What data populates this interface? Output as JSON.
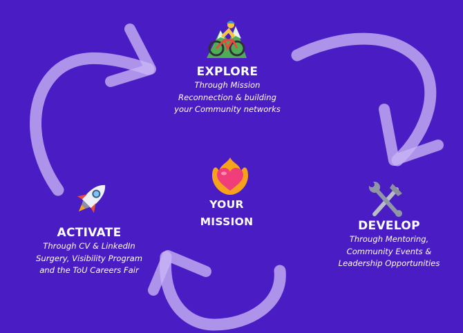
{
  "center": {
    "title_lines": [
      "YOUR",
      "MISSION"
    ]
  },
  "nodes": {
    "explore": {
      "title": "EXPLORE",
      "desc_lines": [
        "Through Mission",
        "Reconnection & building",
        "your Community networks"
      ],
      "icon": "mountain-biker-icon"
    },
    "develop": {
      "title": "DEVELOP",
      "desc_lines": [
        "Through Mentoring,",
        "Community Events &",
        "Leadership Opportunities"
      ],
      "icon": "hammer-and-wrench-icon"
    },
    "activate": {
      "title": "ACTIVATE",
      "desc_lines": [
        "Through CV & LinkedIn",
        "Surgery, Visibility Program",
        "and the ToU Careers Fair"
      ],
      "icon": "rocket-icon"
    }
  },
  "colors": {
    "background": "#4a1cc4",
    "arrow": "#c9b6f5",
    "text": "#ffffff",
    "heart": "#ef3e7a",
    "flame": "#f7a21b"
  }
}
